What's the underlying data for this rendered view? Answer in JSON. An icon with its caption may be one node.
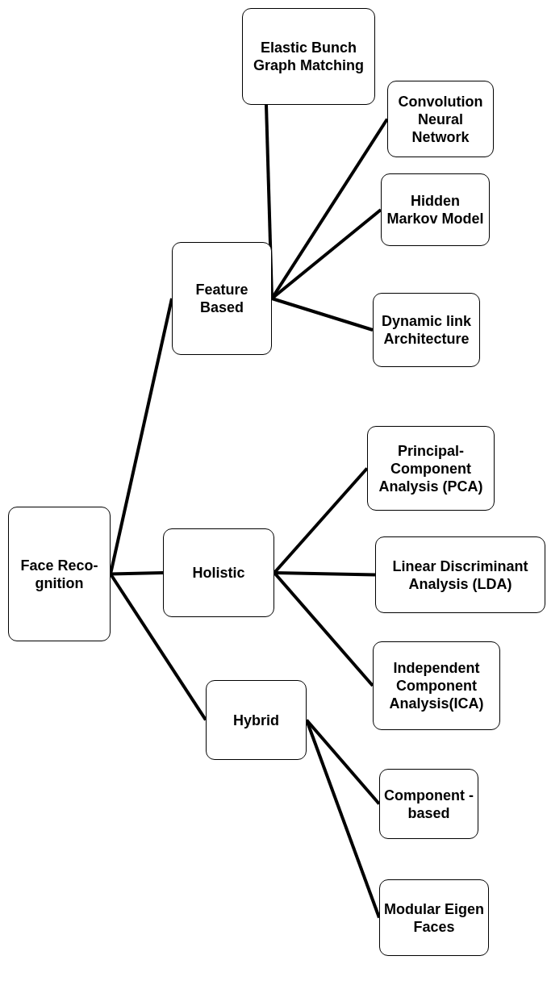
{
  "diagram": {
    "nodes": [
      {
        "text": [
          "Face Reco- gnition"
        ]
      },
      {
        "text": [
          "Feature Based"
        ]
      },
      {
        "text": [
          "Holistic"
        ]
      },
      {
        "text": [
          "Hybrid"
        ]
      },
      {
        "text": [
          "Elastic Bunch Graph Matching"
        ]
      },
      {
        "text": [
          "Convolution Neural Network"
        ]
      },
      {
        "text": [
          "Hidden Markov Model"
        ]
      },
      {
        "text": [
          "Dynamic link Architecture"
        ]
      },
      {
        "text": [
          "Principal- Component Analysis (PCA)"
        ]
      },
      {
        "text": [
          "Linear Discriminant Analysis (LDA)"
        ]
      },
      {
        "text": [
          "Independent Component Analysis(ICA)"
        ]
      },
      {
        "text": [
          "Component -based"
        ]
      },
      {
        "text": [
          "Modular Eigen Faces"
        ]
      }
    ],
    "edges": [
      {
        "from": 0,
        "to": 1,
        "arrow": "none"
      },
      {
        "from": 0,
        "to": 2,
        "arrow": "none"
      },
      {
        "from": 0,
        "to": 3,
        "arrow": "none"
      },
      {
        "from": 1,
        "to": 4,
        "arrow": "none"
      },
      {
        "from": 1,
        "to": 5,
        "arrow": "none"
      },
      {
        "from": 1,
        "to": 6,
        "arrow": "none"
      },
      {
        "from": 1,
        "to": 7,
        "arrow": "none"
      },
      {
        "from": 2,
        "to": 8,
        "arrow": "none"
      },
      {
        "from": 2,
        "to": 9,
        "arrow": "none"
      },
      {
        "from": 2,
        "to": 10,
        "arrow": "none"
      },
      {
        "from": 3,
        "to": 11,
        "arrow": "none"
      },
      {
        "from": 3,
        "to": 12,
        "arrow": "none"
      }
    ]
  }
}
